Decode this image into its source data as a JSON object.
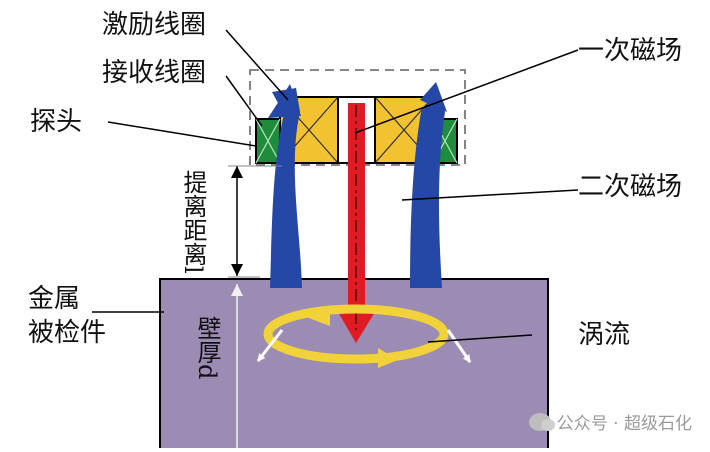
{
  "labels": {
    "excitation_coil": "激励线圈",
    "receiving_coil": "接收线圈",
    "probe": "探头",
    "liftoff": "提离距离l",
    "metal_part_line1": "金属",
    "metal_part_line2": "被检件",
    "wall_thickness": "壁厚d",
    "primary_field": "一次磁场",
    "secondary_field": "二次磁场",
    "eddy_current": "涡流"
  },
  "watermark": "公众号 · 超级石化",
  "colors": {
    "metal": "#9c8bb3",
    "coil_yellow": "#f2c230",
    "coil_green": "#1e8c3a",
    "primary_arrow": "#e01b24",
    "secondary_arrow": "#2547a6",
    "eddy": "#f1d23a"
  }
}
